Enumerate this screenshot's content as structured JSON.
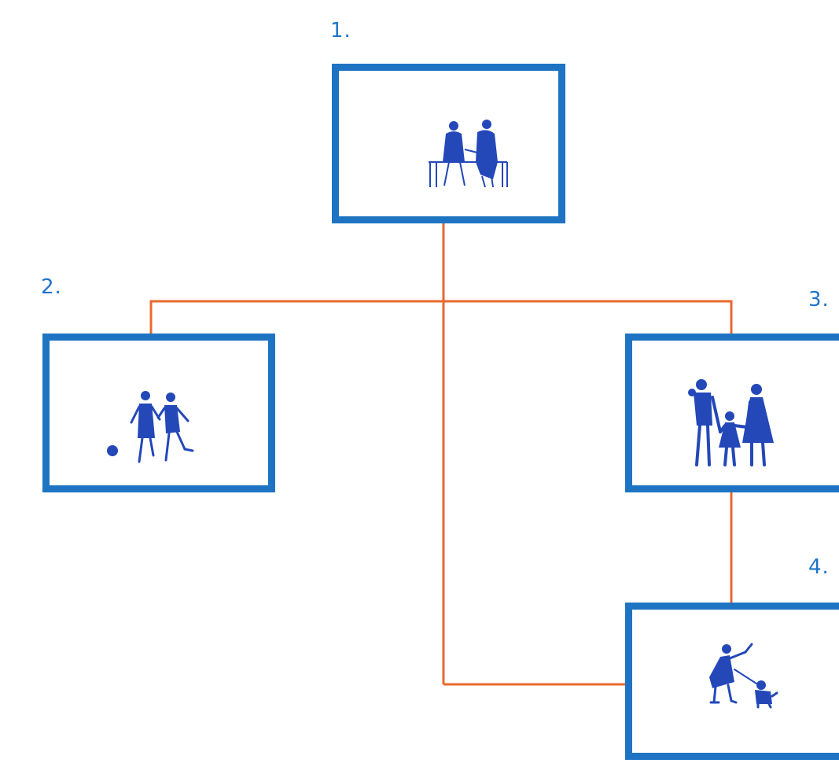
{
  "colors": {
    "frame": "#1e74c3",
    "label": "#1f74c7",
    "connector": "#e8692e",
    "figure": "#2448b8"
  },
  "steps": [
    {
      "label": "1.",
      "icon": "couple-on-bench-icon"
    },
    {
      "label": "2.",
      "icon": "children-playing-ball-icon"
    },
    {
      "label": "3.",
      "icon": "family-holding-hands-icon"
    },
    {
      "label": "4.",
      "icon": "woman-with-dog-icon"
    }
  ]
}
